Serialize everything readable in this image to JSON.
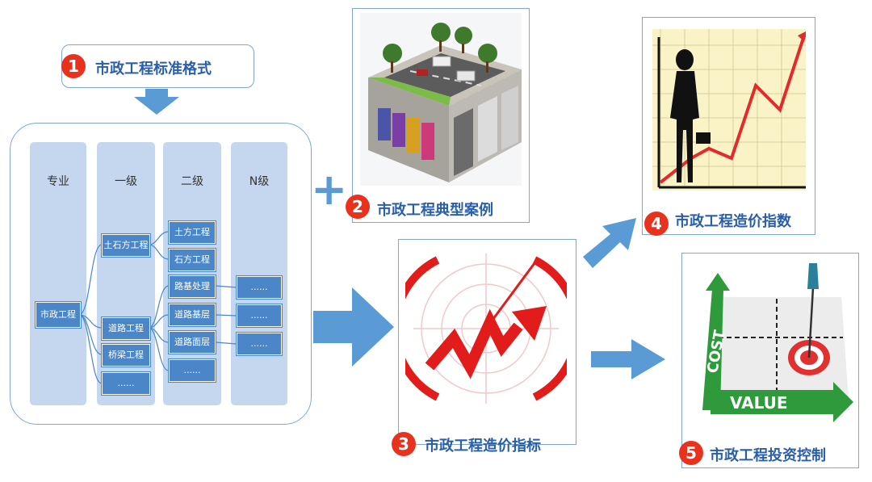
{
  "step1": {
    "number": "1",
    "title": "市政工程标准格式"
  },
  "step2": {
    "number": "2",
    "title": "市政工程典型案例"
  },
  "step3": {
    "number": "3",
    "title": "市政工程造价指标"
  },
  "step4": {
    "number": "4",
    "title": "市政工程造价指数"
  },
  "step5": {
    "number": "5",
    "title": "市政工程投资控制"
  },
  "tree": {
    "columns": [
      "专业",
      "一级",
      "二级",
      "N级"
    ],
    "profession": "市政工程",
    "level1": [
      "土石方工程",
      "道路工程",
      "桥梁工程",
      "......"
    ],
    "level2": [
      "土方工程",
      "石方工程",
      "路基处理",
      "道路基层",
      "道路面层",
      "......"
    ],
    "levelN": [
      "......",
      "......",
      "......"
    ]
  },
  "plus_sign": "+",
  "matrix": {
    "y_label": "COST",
    "x_label": "VALUE"
  },
  "colors": {
    "accent_red": "#e8321d",
    "title_blue": "#2a5fa8",
    "node_blue": "#4a86c8",
    "column_bg": "#c5d7ee",
    "arrow_blue": "#5b9bd5"
  }
}
